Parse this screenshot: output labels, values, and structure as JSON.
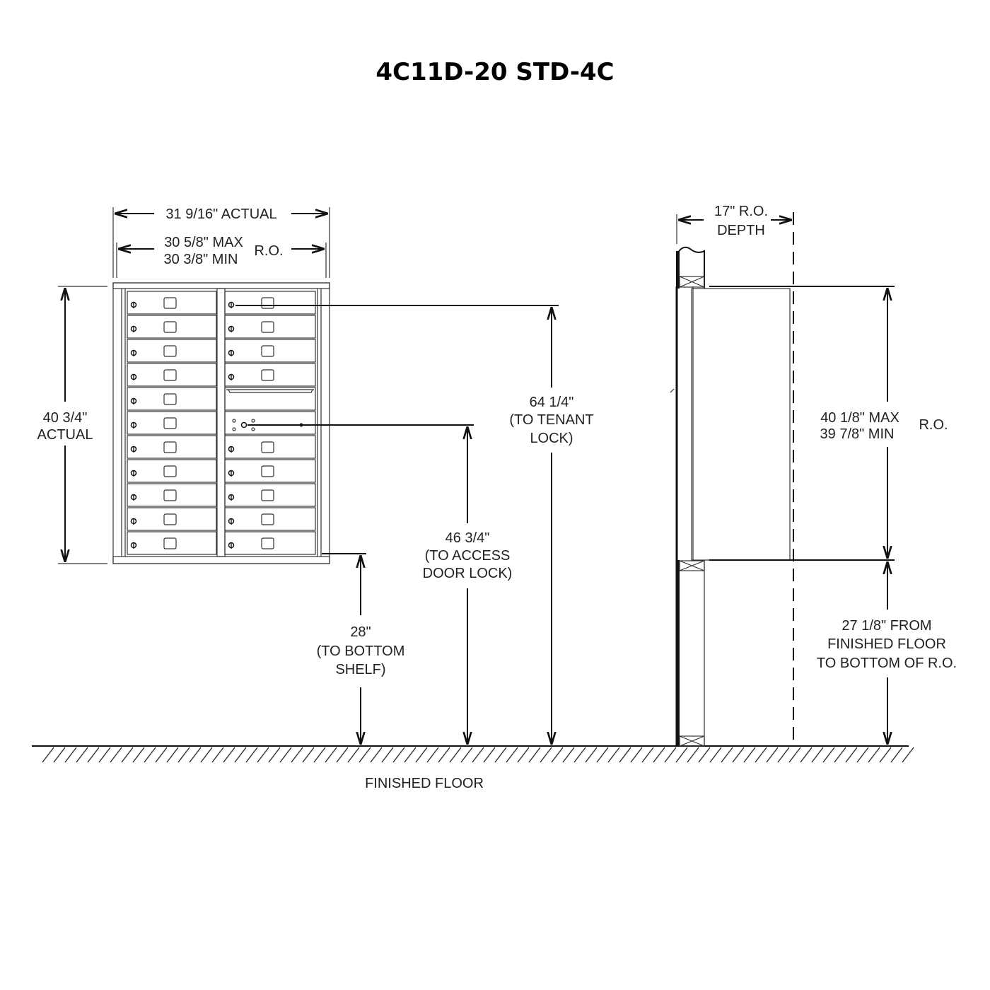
{
  "title": "4C11D-20 STD-4C",
  "front_view": {
    "width_actual": "31 9/16\" ACTUAL",
    "ro_max": "30 5/8\" MAX",
    "ro_min": "30 3/8\" MIN",
    "ro_label": "R.O.",
    "height_actual_value": "40 3/4\"",
    "height_actual_label": "ACTUAL",
    "tenant_lock": [
      "64 1/4\"",
      "(TO TENANT",
      "LOCK)"
    ],
    "access_lock": [
      "46 3/4\"",
      "(TO ACCESS",
      "DOOR LOCK)"
    ],
    "bottom_shelf": [
      "28\"",
      "(TO BOTTOM",
      "SHELF)"
    ],
    "left_column_doors": 11,
    "right_column_doors": 9
  },
  "side_view": {
    "depth": [
      "17\"  R.O.",
      "DEPTH"
    ],
    "ro_max": "40 1/8\" MAX",
    "ro_min": "39 7/8\" MIN",
    "ro_label": "R.O.",
    "from_floor": [
      "27 1/8\"  FROM",
      "FINISHED FLOOR",
      "TO BOTTOM OF R.O."
    ]
  },
  "floor_label": "FINISHED FLOOR"
}
